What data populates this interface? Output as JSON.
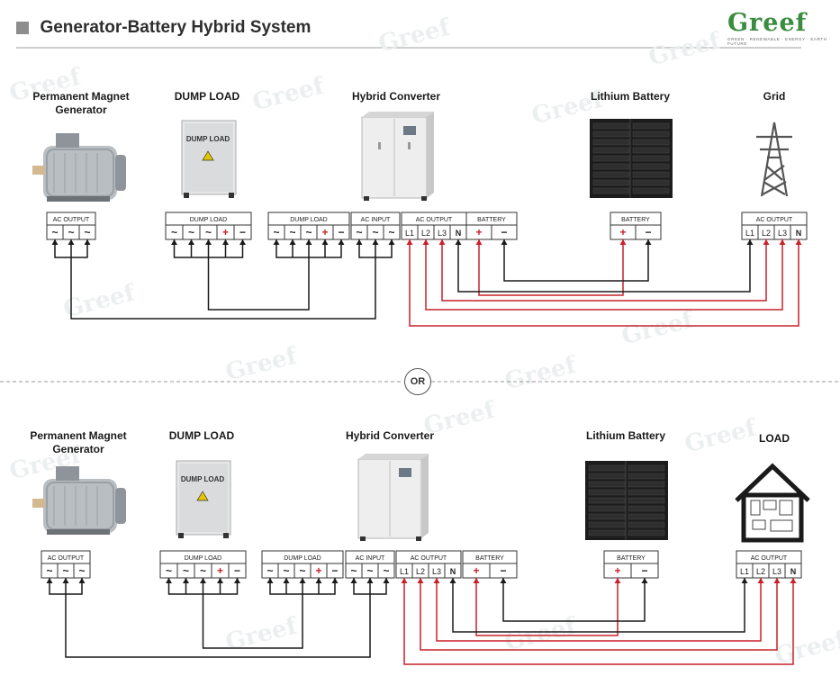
{
  "header": {
    "title": "Generator-Battery Hybrid System",
    "logo_text": "Greef",
    "logo_tagline": "GREEN · RENEWABLE · ENERGY · EARTH · FUTURE"
  },
  "or_label": "OR",
  "watermark_text": "Greef",
  "colors": {
    "positive_wire": "#c9202a",
    "neutral_wire": "#1a1a1a",
    "accent_green": "#3a8d3e"
  },
  "top": {
    "labels": {
      "generator": "Permanent Magnet Generator",
      "dump_load": "DUMP LOAD",
      "converter": "Hybrid Converter",
      "battery": "Lithium Battery",
      "grid": "Grid"
    },
    "dump_plate": "DUMP LOAD"
  },
  "bottom": {
    "labels": {
      "generator": "Permanent Magnet Generator",
      "dump_load": "DUMP LOAD",
      "converter": "Hybrid Converter",
      "battery": "Lithium Battery",
      "load": "LOAD"
    },
    "dump_plate": "DUMP LOAD"
  },
  "terminals": {
    "ac_output": "AC OUTPUT",
    "dump_load": "DUMP LOAD",
    "ac_input": "AC INPUT",
    "battery": "BATTERY",
    "ac_symbol": "~",
    "plus": "+",
    "minus": "−",
    "lines": [
      "L1",
      "L2",
      "L3",
      "N"
    ]
  }
}
